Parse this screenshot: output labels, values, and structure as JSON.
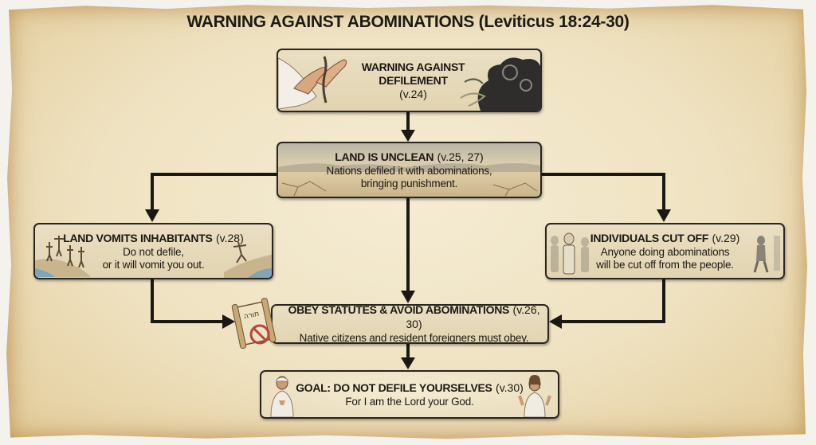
{
  "title": {
    "main": "WARNING AGAINST ABOMINATIONS",
    "reference": "(Leviticus 18:24-30)"
  },
  "colors": {
    "parchment": "#efe2c1",
    "box_fill": "#e2d4b1",
    "border": "#2a2520",
    "text": "#1c1813",
    "arrow": "#1a1714"
  },
  "nodes": [
    {
      "id": "warning-defilement",
      "heading_line1": "WARNING AGAINST",
      "heading_line2": "DEFILEMENT",
      "verse": "(v.24)",
      "illustration": "hands-rejecting-dark-swirls"
    },
    {
      "id": "land-unclean",
      "heading": "LAND IS UNCLEAN",
      "verse": "(v.25, 27)",
      "body_line1": "Nations defiled it with abominations,",
      "body_line2": "bringing punishment.",
      "illustration": "cracked-desert-land"
    },
    {
      "id": "land-vomits",
      "heading": "LAND VOMITS INHABITANTS",
      "verse": "(v.28)",
      "body_line1": "Do not defile,",
      "body_line2": "or it will vomit you out.",
      "illustration": "people-expelled-from-land"
    },
    {
      "id": "individuals-cut-off",
      "heading": "INDIVIDUALS CUT OFF",
      "verse": "(v.29)",
      "body_line1": "Anyone doing abominations",
      "body_line2": "will be cut off from the people.",
      "illustration": "person-walking-away-from-crowd"
    },
    {
      "id": "obey-statutes",
      "heading": "OBEY STATUTES & AVOID ABOMINATIONS",
      "verse": "(v.26, 30)",
      "body_line1": "Native citizens and resident foreigners must obey.",
      "illustration": "torah-scroll-with-prohibition-sign",
      "scroll_text": "תורה"
    },
    {
      "id": "goal",
      "heading": "GOAL: DO NOT DEFILE YOURSELVES",
      "verse": "(v.30)",
      "body_line1": "For I am the Lord your God.",
      "illustration": "praying-figures"
    }
  ],
  "edges": [
    {
      "from": "warning-defilement",
      "to": "land-unclean"
    },
    {
      "from": "land-unclean",
      "to": "land-vomits"
    },
    {
      "from": "land-unclean",
      "to": "individuals-cut-off"
    },
    {
      "from": "land-unclean",
      "to": "obey-statutes"
    },
    {
      "from": "land-vomits",
      "to": "obey-statutes"
    },
    {
      "from": "individuals-cut-off",
      "to": "obey-statutes"
    },
    {
      "from": "obey-statutes",
      "to": "goal"
    }
  ]
}
